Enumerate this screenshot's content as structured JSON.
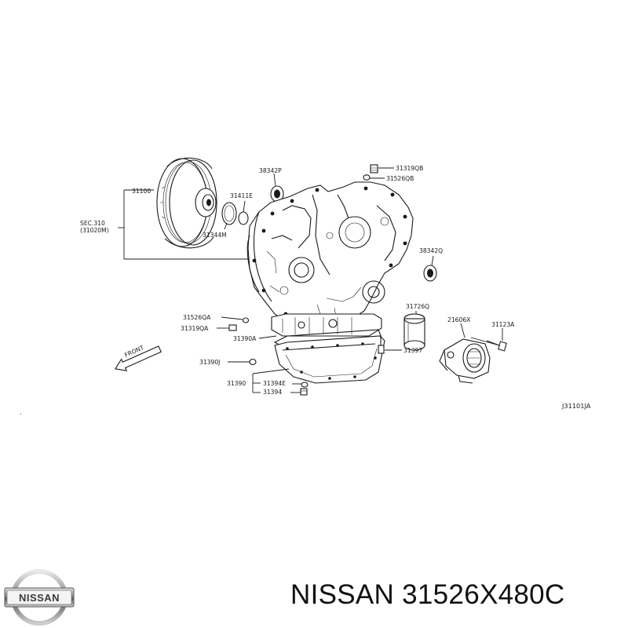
{
  "diagram": {
    "parts": [
      {
        "id": "label-31100",
        "text": "31100"
      },
      {
        "id": "label-sec",
        "text": "SEC.310"
      },
      {
        "id": "label-sec-ref",
        "text": "(31020M)"
      },
      {
        "id": "label-38342p",
        "text": "38342P"
      },
      {
        "id": "label-31411e",
        "text": "31411E"
      },
      {
        "id": "label-31344m",
        "text": "31344M"
      },
      {
        "id": "label-31319qb",
        "text": "31319QB"
      },
      {
        "id": "label-31526qb",
        "text": "31526QB"
      },
      {
        "id": "label-38342q",
        "text": "38342Q"
      },
      {
        "id": "label-31726q",
        "text": "31726Q"
      },
      {
        "id": "label-21606x",
        "text": "21606X"
      },
      {
        "id": "label-31123a",
        "text": "31123A"
      },
      {
        "id": "label-31526qa",
        "text": "31526QA"
      },
      {
        "id": "label-31319qa",
        "text": "31319QA"
      },
      {
        "id": "label-31397",
        "text": "31397"
      },
      {
        "id": "label-31390a",
        "text": "31390A"
      },
      {
        "id": "label-31390j",
        "text": "31390J"
      },
      {
        "id": "label-31390",
        "text": "31390"
      },
      {
        "id": "label-31394e",
        "text": "31394E"
      },
      {
        "id": "label-31394",
        "text": "31394"
      }
    ],
    "front_label": "FRONT",
    "figure_code": "J31101JA"
  },
  "logo": {
    "text": "NISSAN"
  },
  "caption": {
    "brand": "NISSAN",
    "part_number": "31526X480C",
    "full": "NISSAN 31526X480C"
  }
}
